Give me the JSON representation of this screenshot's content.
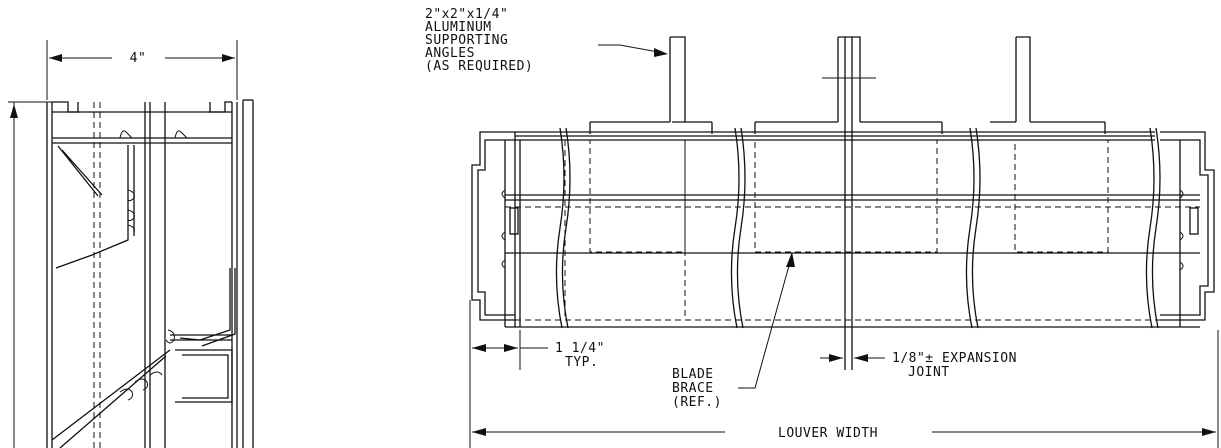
{
  "side_section": {
    "depth_dimension": "4\""
  },
  "elevation": {
    "angle_note": [
      "2\"x2\"x1/4\"",
      "ALUMINUM",
      "SUPPORTING",
      "ANGLES",
      "(AS REQUIRED)"
    ],
    "frame_dimension": [
      "1 1/4\"",
      "TYP."
    ],
    "blade_brace_note": [
      "BLADE",
      "BRACE",
      "(REF.)"
    ],
    "expansion_note": [
      "1/8\"± EXPANSION",
      "JOINT"
    ],
    "louver_width": "LOUVER WIDTH"
  }
}
